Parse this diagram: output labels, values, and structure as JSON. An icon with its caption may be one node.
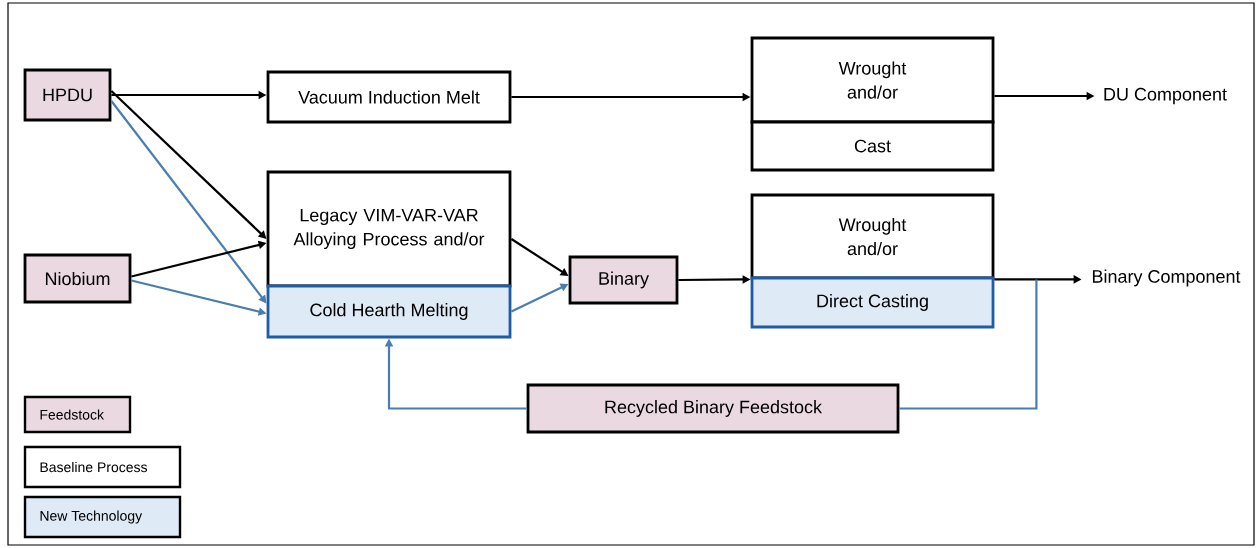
{
  "diagram": {
    "nodes": [
      {
        "text": [
          "HPDU"
        ]
      },
      {
        "text": [
          "Vacuum Induction Melt"
        ]
      },
      {
        "text": [
          "Niobium"
        ]
      },
      {
        "text": [
          "Legacy VIM-VAR-VAR Alloying Process and/or"
        ]
      },
      {
        "text": [
          "Cold Hearth Melting"
        ]
      },
      {
        "text": [
          "Binary"
        ]
      },
      {
        "text": [
          "Wrought and/or"
        ]
      },
      {
        "text": [
          "Cast"
        ]
      },
      {
        "text": [
          "DU Component"
        ]
      },
      {
        "text": [
          "Wrought and/or"
        ]
      },
      {
        "text": [
          "Direct Casting"
        ]
      },
      {
        "text": [
          "Binary Component"
        ]
      },
      {
        "text": [
          "Recycled Binary Feedstock"
        ]
      }
    ],
    "edges": [
      {
        "from": 0,
        "to": 1,
        "arrow": "to"
      },
      {
        "from": 1,
        "to": 6,
        "arrow": "to"
      },
      {
        "from": 6,
        "to": 8,
        "arrow": "to"
      },
      {
        "from": 0,
        "to": 3,
        "arrow": "to"
      },
      {
        "from": 0,
        "to": 4,
        "arrow": "to",
        "color": "#4a7eb0"
      },
      {
        "from": 2,
        "to": 3,
        "arrow": "to"
      },
      {
        "from": 2,
        "to": 4,
        "arrow": "to",
        "color": "#4a7eb0"
      },
      {
        "from": 3,
        "to": 5,
        "arrow": "to"
      },
      {
        "from": 4,
        "to": 5,
        "arrow": "to",
        "color": "#4a7eb0"
      },
      {
        "from": 5,
        "to": 9,
        "arrow": "to"
      },
      {
        "from": 9,
        "to": 11,
        "arrow": "to"
      },
      {
        "from": 9,
        "to": 12,
        "arrow": "none",
        "color": "#4a7eb0"
      },
      {
        "from": 12,
        "to": 4,
        "arrow": "to",
        "color": "#4a7eb0"
      }
    ],
    "legend": [
      {
        "text": "Feedstock",
        "color": "#ead9e1"
      },
      {
        "text": "Baseline Process"
      },
      {
        "text": "New Technology",
        "color": "#deeaf6"
      }
    ]
  }
}
